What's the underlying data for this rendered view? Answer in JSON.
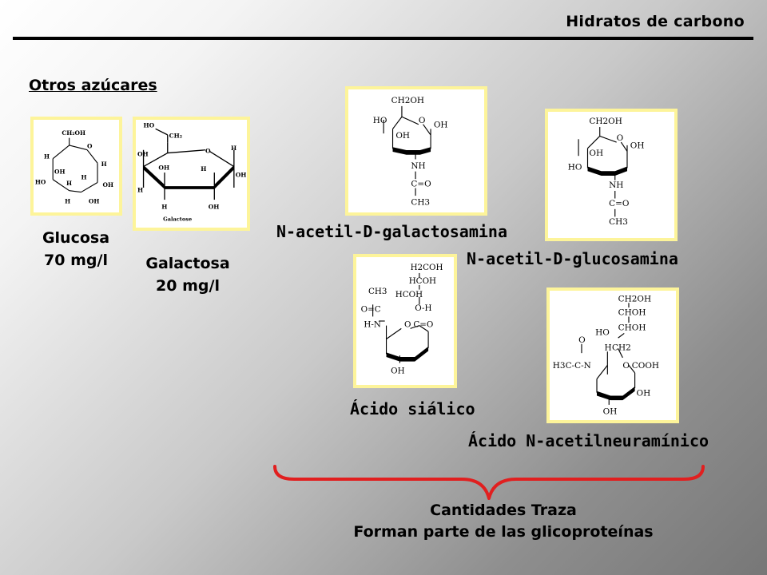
{
  "header": {
    "title": "Hidratos de carbono"
  },
  "section": {
    "title": "Otros azúcares"
  },
  "molecules": {
    "glucose": {
      "name": "Glucosa",
      "amount": "70 mg/l",
      "atoms": {
        "top": "CH₂OH",
        "ring_o": "O",
        "h": "H",
        "oh": "OH",
        "ho": "HO"
      }
    },
    "galactose": {
      "name": "Galactosa",
      "amount": "20 mg/l",
      "caption": "Galactose",
      "atoms": {
        "ho": "HO",
        "ch2": "CH₂",
        "ring_o": "O",
        "h": "H",
        "oh": "OH"
      }
    },
    "galnac": {
      "name": "N-acetil-D-galactosamina",
      "atoms": {
        "ch2oh": "CH2OH",
        "ho": "HO",
        "ring_o": "O",
        "oh": "OH",
        "nh": "NH",
        "co": "C=O",
        "ch3": "CH3"
      }
    },
    "glcnac": {
      "name": "N-acetil-D-glucosamina",
      "atoms": {
        "ch2oh": "CH2OH",
        "ring_o": "O",
        "oh": "OH",
        "ho": "HO",
        "nh": "NH",
        "co": "C=O",
        "ch3": "CH3"
      }
    },
    "sialic": {
      "name": "Ácido siálico",
      "atoms": {
        "h2coh": "H2COH",
        "hcoh": "HCOH",
        "ch3": "CH3",
        "oc": "O=C",
        "oh_h": "O-H",
        "hn": "H-N",
        "ring_o": "O",
        "co": "C=O",
        "oh": "OH"
      }
    },
    "neu5ac": {
      "name": "Ácido N-acetilneuramínico",
      "atoms": {
        "ch2oh": "CH2OH",
        "choh": "CHOH",
        "ho": "HO",
        "h": "H",
        "ch2": "CH2",
        "o": "O",
        "h3c": "H3C-C-N",
        "ring_o": "O",
        "cooh": "COOH",
        "oh": "OH"
      }
    }
  },
  "footer": {
    "line1": "Cantidades Traza",
    "line2": "Forman parte de las glicoproteínas"
  },
  "colors": {
    "frame": "#fdf49a",
    "brace": "#e11f1f"
  }
}
